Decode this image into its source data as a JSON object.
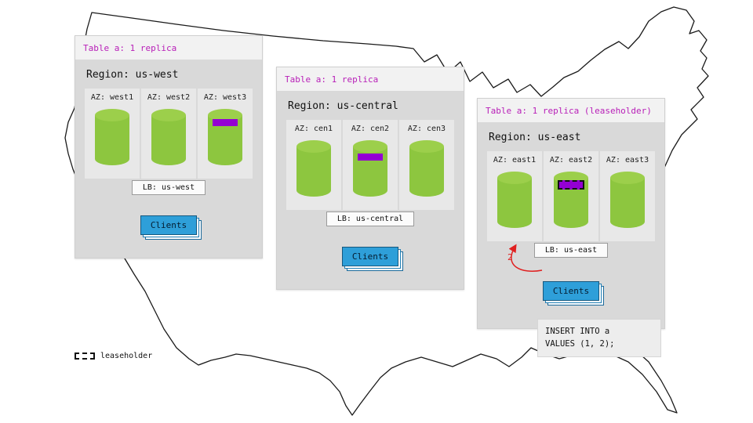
{
  "legend": {
    "label": "leaseholder"
  },
  "code_box": {
    "lines": [
      "INSERT INTO a",
      "VALUES (1, 2);"
    ]
  },
  "annotation": {
    "step_label": "2"
  },
  "colors": {
    "replica_marker": "#9400d3",
    "cylinder_green": "#8dc63f",
    "clients_blue": "#2e9fd9",
    "table_label_purple": "#b81fb8",
    "annotation_red": "#e02020"
  },
  "regions": [
    {
      "table_label": "Table a: 1 replica",
      "region_label": "Region: us-west",
      "azs": [
        {
          "label": "AZ: west1"
        },
        {
          "label": "AZ: west2"
        },
        {
          "label": "AZ: west3",
          "marker": "replica"
        }
      ],
      "lb_label": "LB: us-west",
      "clients_label": "Clients"
    },
    {
      "table_label": "Table a: 1 replica",
      "region_label": "Region: us-central",
      "azs": [
        {
          "label": "AZ: cen1"
        },
        {
          "label": "AZ: cen2",
          "marker": "replica"
        },
        {
          "label": "AZ: cen3"
        }
      ],
      "lb_label": "LB: us-central",
      "clients_label": "Clients"
    },
    {
      "table_label": "Table a: 1 replica (leaseholder)",
      "region_label": "Region: us-east",
      "azs": [
        {
          "label": "AZ: east1"
        },
        {
          "label": "AZ: east2",
          "marker": "leaseholder"
        },
        {
          "label": "AZ: east3"
        }
      ],
      "lb_label": "LB: us-east",
      "clients_label": "Clients"
    }
  ]
}
